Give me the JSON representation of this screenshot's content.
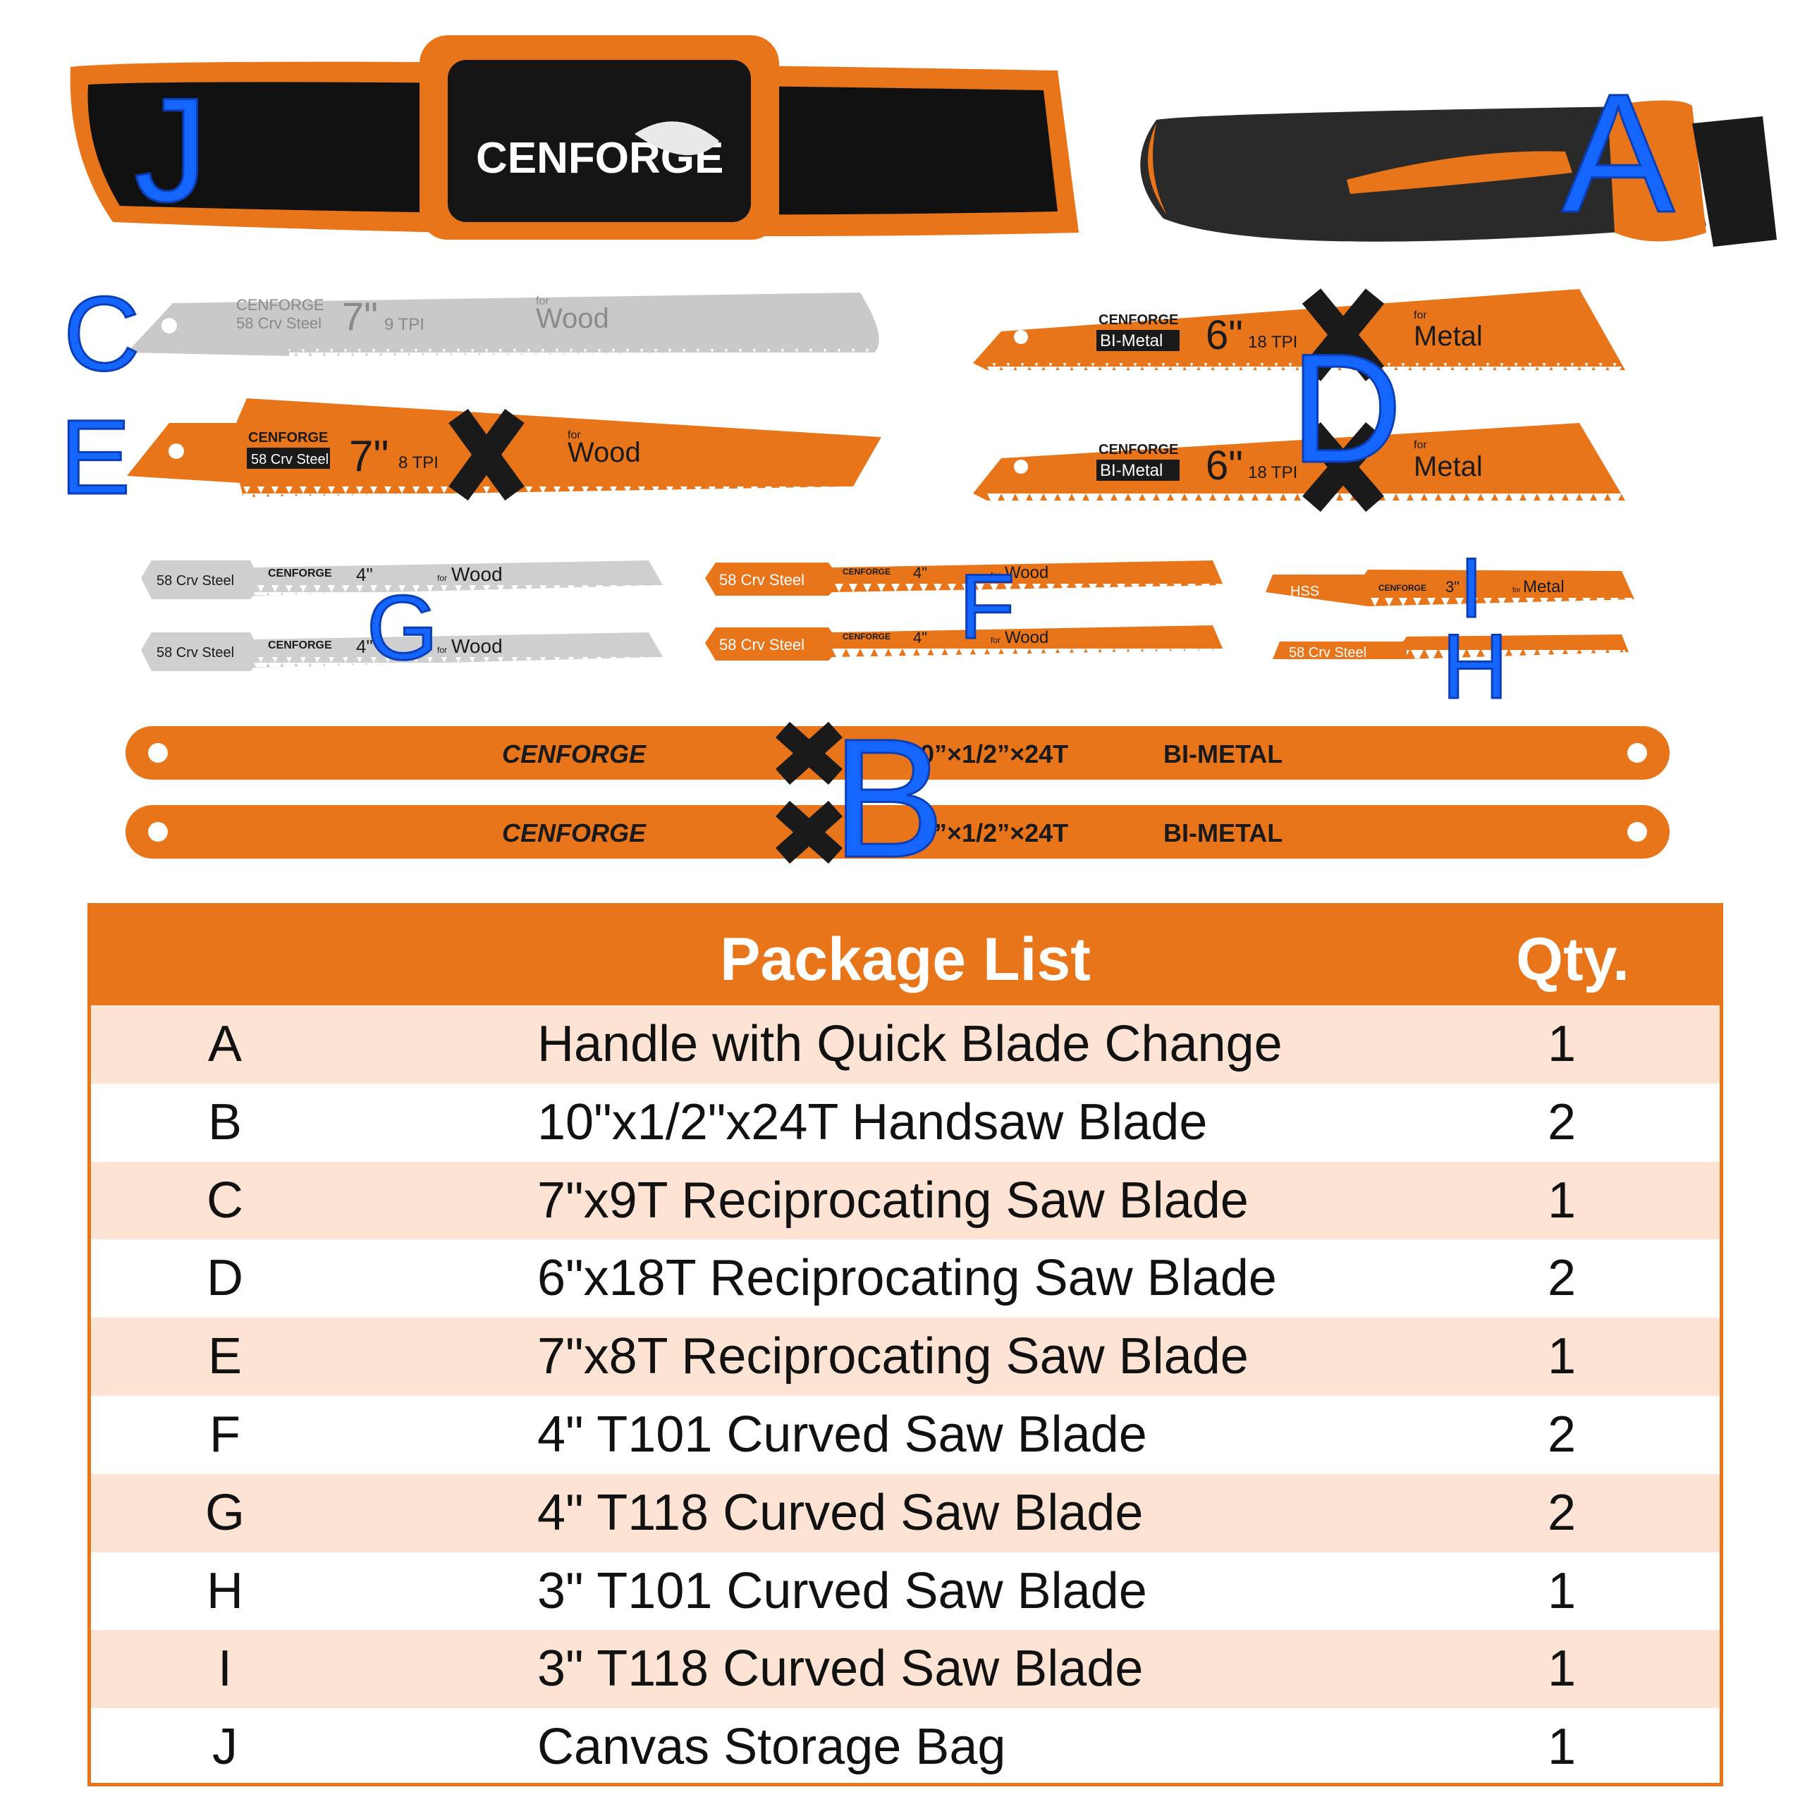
{
  "product_photo": {
    "brand": "CENFORGE",
    "item_labels": [
      "A",
      "B",
      "C",
      "D",
      "E",
      "F",
      "G",
      "H",
      "I",
      "J"
    ],
    "blade_texts": {
      "c": {
        "size": "7\"",
        "tpi": "9 TPI",
        "material": "58 Crv Steel",
        "for_small": "for",
        "use": "Wood"
      },
      "e": {
        "size": "7\"",
        "tpi": "8 TPI",
        "material": "58 Crv Steel",
        "for_small": "for",
        "use": "Wood"
      },
      "d": {
        "size": "6\"",
        "tpi": "18 TPI",
        "material": "BI-Metal",
        "for_small": "for",
        "use": "Metal"
      },
      "g": {
        "size": "4\"",
        "material": "58 Crv Steel",
        "for_small": "for",
        "use": "Wood"
      },
      "f": {
        "size": "4\"",
        "material": "58 Crv Steel",
        "for_small": "for",
        "use": "Wood"
      },
      "i": {
        "size": "3\"",
        "material": "HSS",
        "for_small": "for",
        "use": "Metal"
      },
      "h": {
        "material": "58 Crv Steel"
      },
      "b": {
        "spec": "0”×1/2”×24T",
        "material": "BI-METAL"
      }
    },
    "colors": {
      "orange": "#e8751a",
      "blue_label": "#1565ff",
      "black": "#1a1a1a",
      "silver": "#c9c9c9"
    }
  },
  "package_list": {
    "title": "Package List",
    "qty_header": "Qty.",
    "rows": [
      {
        "code": "A",
        "desc": "Handle with Quick Blade Change",
        "qty": "1"
      },
      {
        "code": "B",
        "desc": "10\"x1/2\"x24T Handsaw Blade",
        "qty": "2"
      },
      {
        "code": "C",
        "desc": "7\"x9T Reciprocating Saw Blade",
        "qty": "1"
      },
      {
        "code": "D",
        "desc": "6\"x18T Reciprocating Saw Blade",
        "qty": "2"
      },
      {
        "code": "E",
        "desc": "7\"x8T Reciprocating Saw Blade",
        "qty": "1"
      },
      {
        "code": "F",
        "desc": "4\" T101 Curved Saw Blade",
        "qty": "2"
      },
      {
        "code": "G",
        "desc": "4\" T118 Curved Saw Blade",
        "qty": "2"
      },
      {
        "code": "H",
        "desc": "3\" T101 Curved Saw Blade",
        "qty": "1"
      },
      {
        "code": "I",
        "desc": "3\" T118 Curved Saw Blade",
        "qty": "1"
      },
      {
        "code": "J",
        "desc": "Canvas Storage Bag",
        "qty": "1"
      }
    ]
  }
}
